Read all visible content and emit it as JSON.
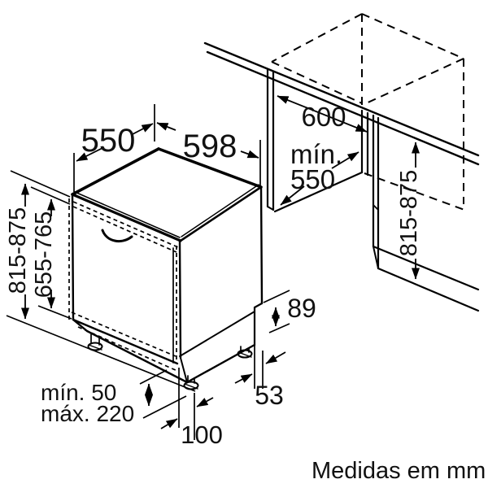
{
  "caption": "Medidas em mm",
  "colors": {
    "ink": "#000000",
    "text": "#111111",
    "background": "#ffffff"
  },
  "dimensions": {
    "appliance_depth": "550",
    "appliance_width": "598",
    "niche_width": "600",
    "niche_depth_prefix": "mín.",
    "niche_depth_value": "550",
    "appliance_height_range": "815-875",
    "door_panel_height_range": "655-765",
    "niche_height_range": "815-875",
    "rear_base_height": "89",
    "rear_foot_offset": "53",
    "front_foot_offset": "100",
    "plinth_min": "mín. 50",
    "plinth_max": "máx. 220"
  }
}
